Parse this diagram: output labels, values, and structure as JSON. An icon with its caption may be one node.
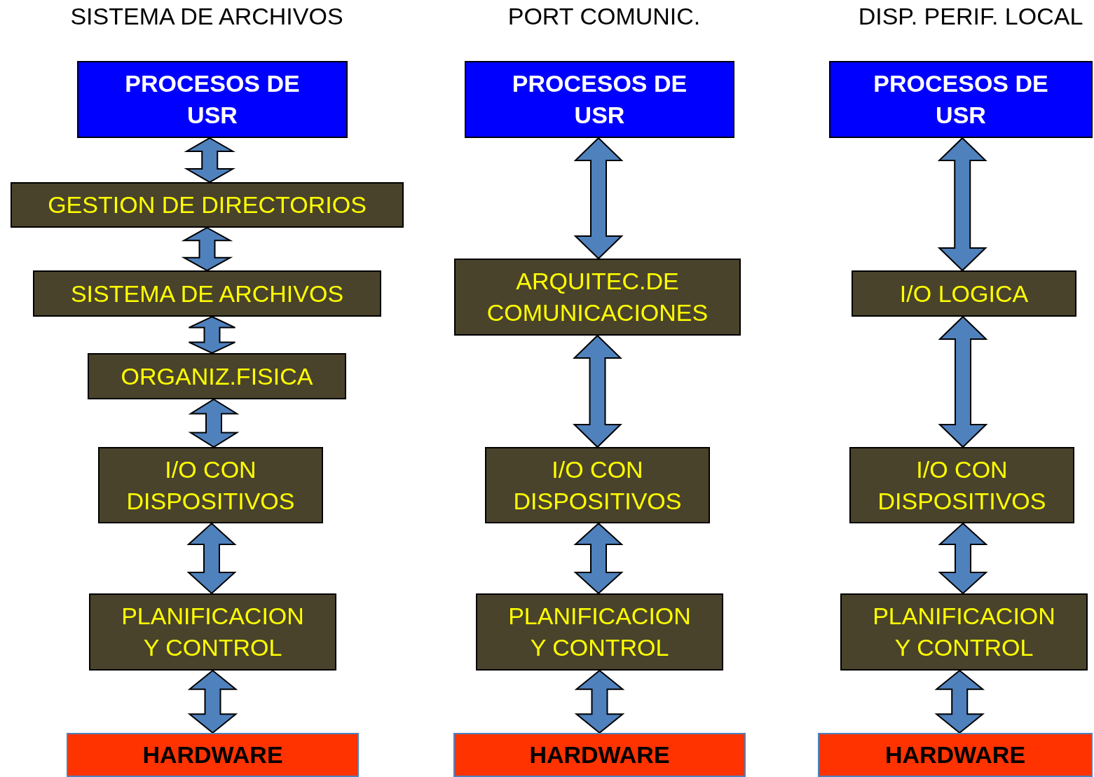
{
  "diagram": {
    "nodes": [
      {
        "text": [
          "PROCESOS DE USR"
        ]
      },
      {
        "text": [
          "GESTION DE DIRECTORIOS"
        ]
      },
      {
        "text": [
          "SISTEMA DE ARCHIVOS"
        ]
      },
      {
        "text": [
          "ORGANIZ.FISICA"
        ]
      },
      {
        "text": [
          "I/O CON DISPOSITIVOS"
        ]
      },
      {
        "text": [
          "PLANIFICACION Y CONTROL"
        ]
      },
      {
        "text": [
          "HARDWARE"
        ]
      },
      {
        "text": [
          "PROCESOS DE USR"
        ]
      },
      {
        "text": [
          "ARQUITEC.DE COMUNICACIONES"
        ]
      },
      {
        "text": [
          "I/O CON DISPOSITIVOS"
        ]
      },
      {
        "text": [
          "PLANIFICACION Y CONTROL"
        ]
      },
      {
        "text": [
          "HARDWARE"
        ]
      },
      {
        "text": [
          "PROCESOS DE USR"
        ]
      },
      {
        "text": [
          "I/O LOGICA"
        ]
      },
      {
        "text": [
          "I/O CON DISPOSITIVOS"
        ]
      },
      {
        "text": [
          "PLANIFICACION Y CONTROL"
        ]
      },
      {
        "text": [
          "HARDWARE"
        ]
      }
    ],
    "edges": [
      {
        "from": 0,
        "to": 1,
        "arrow": "both"
      },
      {
        "from": 1,
        "to": 2,
        "arrow": "both"
      },
      {
        "from": 2,
        "to": 3,
        "arrow": "both"
      },
      {
        "from": 3,
        "to": 4,
        "arrow": "both"
      },
      {
        "from": 4,
        "to": 5,
        "arrow": "both"
      },
      {
        "from": 5,
        "to": 6,
        "arrow": "both"
      },
      {
        "from": 7,
        "to": 8,
        "arrow": "both"
      },
      {
        "from": 8,
        "to": 9,
        "arrow": "both"
      },
      {
        "from": 9,
        "to": 10,
        "arrow": "both"
      },
      {
        "from": 10,
        "to": 11,
        "arrow": "both"
      },
      {
        "from": 12,
        "to": 13,
        "arrow": "both"
      },
      {
        "from": 13,
        "to": 14,
        "arrow": "both"
      },
      {
        "from": 14,
        "to": 15,
        "arrow": "both"
      },
      {
        "from": 15,
        "to": 16,
        "arrow": "both"
      }
    ],
    "labels": [
      "SISTEMA DE ARCHIVOS",
      "PORT COMUNIC.",
      "DISP. PERIF. LOCAL"
    ]
  }
}
